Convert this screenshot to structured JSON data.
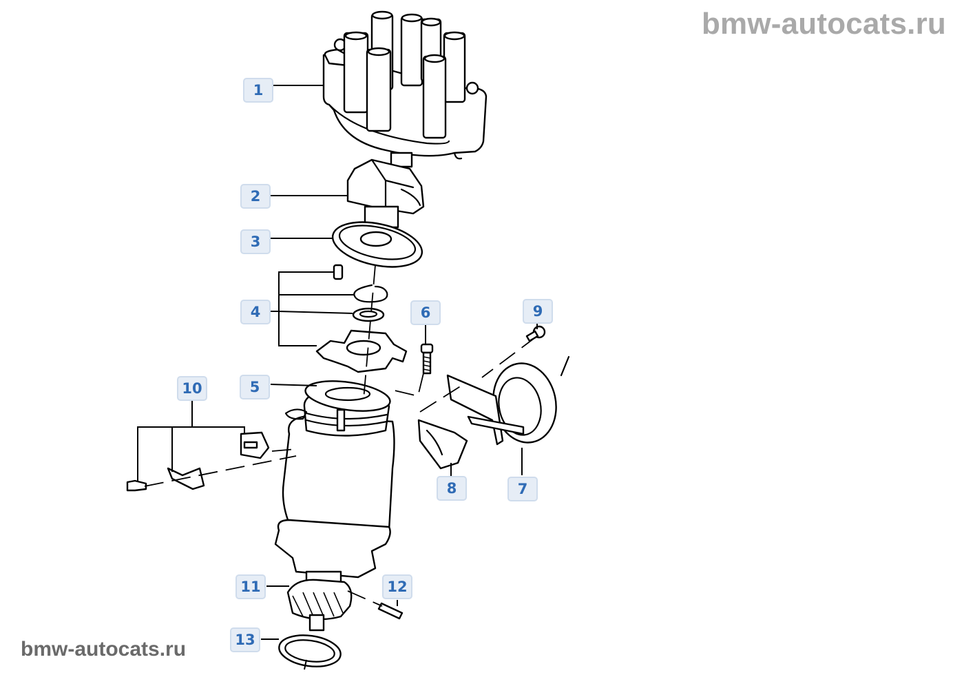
{
  "watermarks": {
    "top_right": "bmw-autocats.ru",
    "bottom_left": "bmw-autocats.ru"
  },
  "colors": {
    "callout_bg": "#e6edf6",
    "callout_border": "#cfdcec",
    "callout_text": "#2f6bb5",
    "watermark_top": "#a9a9a9",
    "watermark_bottom": "#6a6a6a"
  },
  "parts": [
    {
      "number": "1",
      "part": "distributor-cap"
    },
    {
      "number": "2",
      "part": "rotor"
    },
    {
      "number": "3",
      "part": "dust-shield"
    },
    {
      "number": "4",
      "part": "reluctor-retaining-set"
    },
    {
      "number": "5",
      "part": "pickup-coil-assembly"
    },
    {
      "number": "6",
      "part": "screw"
    },
    {
      "number": "7",
      "part": "vacuum-advance-unit"
    },
    {
      "number": "8",
      "part": "bracket"
    },
    {
      "number": "9",
      "part": "vacuum-unit-screw"
    },
    {
      "number": "10",
      "part": "wiring-connector-clip"
    },
    {
      "number": "11",
      "part": "drive-gear"
    },
    {
      "number": "12",
      "part": "roll-pin"
    },
    {
      "number": "13",
      "part": "o-ring"
    }
  ]
}
